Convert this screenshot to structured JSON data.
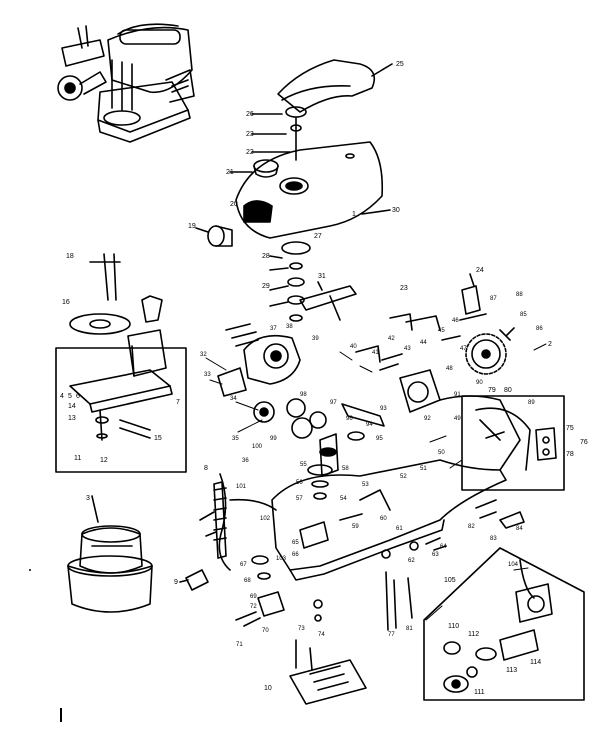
{
  "diagram": {
    "kind": "exploded parts diagram (stand mixer)",
    "ink_color": "#000000",
    "paper_color": "#ffffff",
    "part_numbers": {
      "handle": "25",
      "knob_stack": [
        "26",
        "23",
        "22"
      ],
      "top_cover": "1",
      "top_cover_b": "30",
      "insert_cap": "21",
      "badge": "20",
      "small_knob": "19",
      "washer_27": "27",
      "stack_28": "28",
      "stack_29": "29",
      "stack_31": "31",
      "screw_18": "18",
      "plate_16": "16",
      "bracket_23": "23",
      "fan_assembly": "2",
      "speed_switch": "24",
      "gear_79": "79",
      "gear_80": "80",
      "cord_guard": "8",
      "plug": "9",
      "bowl": "3",
      "grinder": "105",
      "grinder_parts": [
        "110",
        "111",
        "112",
        "113",
        "114"
      ],
      "base_plate": "10",
      "detail_box_left": [
        "4",
        "5",
        "6",
        "7",
        "14",
        "13",
        "12",
        "11",
        "15"
      ],
      "detail_box_right": [
        "75",
        "76",
        "78"
      ],
      "misc": [
        "32",
        "33",
        "34",
        "35",
        "36",
        "37",
        "38",
        "39",
        "40",
        "41",
        "42",
        "43",
        "44",
        "45",
        "46",
        "47",
        "48",
        "49",
        "50",
        "51",
        "52",
        "53",
        "54",
        "55",
        "56",
        "57",
        "58",
        "59",
        "60",
        "61",
        "62",
        "63",
        "64",
        "65",
        "66",
        "67",
        "68",
        "69",
        "70",
        "71",
        "72",
        "73",
        "74",
        "77",
        "81",
        "82",
        "83",
        "84",
        "85",
        "86",
        "87",
        "88",
        "89",
        "90",
        "91",
        "92",
        "93",
        "94",
        "95",
        "96",
        "97",
        "98",
        "99",
        "100",
        "101",
        "102",
        "103",
        "104"
      ]
    }
  }
}
